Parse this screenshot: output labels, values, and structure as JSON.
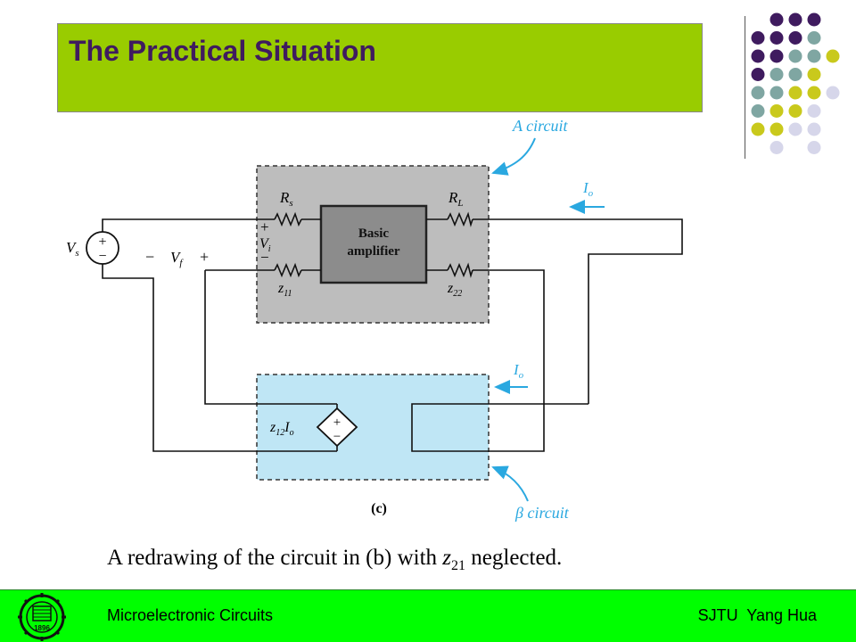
{
  "slide": {
    "title": "The Practical Situation",
    "caption_prefix": "A redrawing of the circuit in (b) with ",
    "caption_symbol": "z",
    "caption_subscript": "21",
    "caption_suffix": " neglected."
  },
  "diagram": {
    "a_circuit_label": "A circuit",
    "beta_circuit_label": "β circuit",
    "basic_amp_line1": "Basic",
    "basic_amp_line2": "amplifier",
    "rs_label": "R",
    "rs_sub": "s",
    "rl_label": "R",
    "rl_sub": "L",
    "z11_label": "z",
    "z11_sub": "11",
    "z22_label": "z",
    "z22_sub": "22",
    "vs_label": "V",
    "vs_sub": "s",
    "vf_label": "V",
    "vf_sub": "f",
    "vi_label": "V",
    "vi_sub": "i",
    "io_label": "I",
    "io_sub": "o",
    "dep_source_label_z": "z",
    "dep_source_label_sub": "12",
    "dep_source_label_i": "I",
    "dep_source_label_isub": "o",
    "plus_sign": "+",
    "minus_sign": "−",
    "figure_tag": "(c)"
  },
  "footer": {
    "left_text": "Microelectronic Circuits",
    "right_text": "SJTU  Yang Hua",
    "logo_year": "1896"
  },
  "colors": {
    "title_bar": "#99cc00",
    "title_text": "#3f1b5f",
    "footer_bar": "#00ff00",
    "a_circuit_fill": "#bdbdbd",
    "beta_circuit_fill": "#bfe6f5",
    "annotation_blue": "#2aa8e0",
    "dot_purple": "#3f1b5f",
    "dot_teal": "#7fa6a2",
    "dot_olive": "#c9c91c",
    "dot_lavender": "#d6d6ea"
  }
}
